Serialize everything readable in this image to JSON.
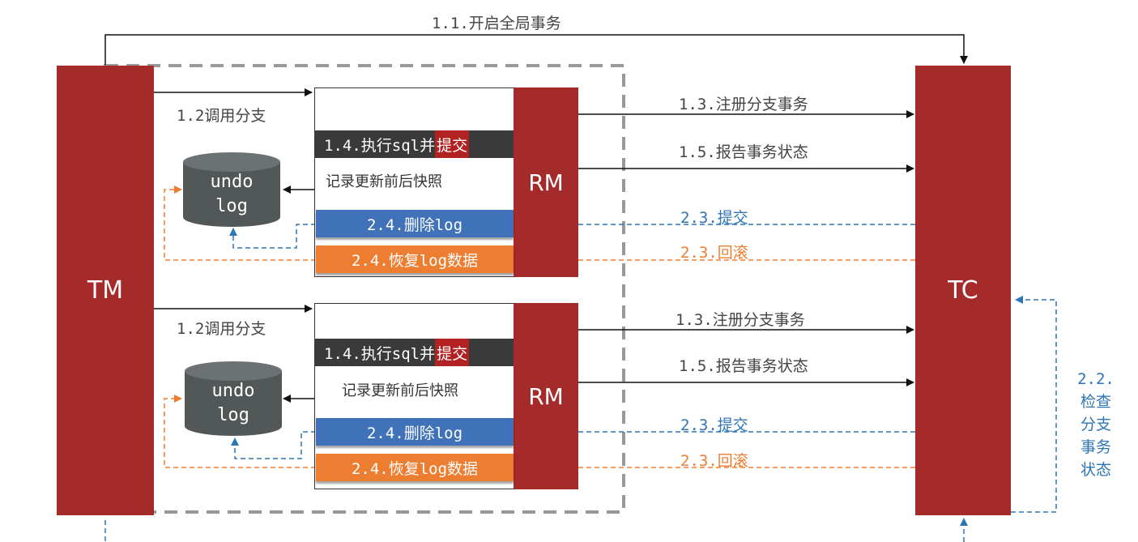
{
  "participants": {
    "tm": "TM",
    "tc": "TC"
  },
  "global": {
    "begin_label": "1.1.开启全局事务"
  },
  "branches": [
    {
      "call_label": "1.2调用分支",
      "exec_prefix": "1.4.执行sql并",
      "exec_commit": "提交",
      "snapshot_label": "记录更新前后快照",
      "db_line1": "undo",
      "db_line2": "log",
      "delete_label": "2.4.删除log",
      "recover_label": "2.4.恢复log数据",
      "rm_label": "RM",
      "register_label": "1.3.注册分支事务",
      "report_label": "1.5.报告事务状态",
      "commit_label": "2.3.提交",
      "rollback_label": "2.3.回滚"
    },
    {
      "call_label": "1.2调用分支",
      "exec_prefix": "1.4.执行sql并",
      "exec_commit": "提交",
      "snapshot_label": "记录更新前后快照",
      "db_line1": "undo",
      "db_line2": "log",
      "delete_label": "2.4.删除log",
      "recover_label": "2.4.恢复log数据",
      "rm_label": "RM",
      "register_label": "1.3.注册分支事务",
      "report_label": "1.5.报告事务状态",
      "commit_label": "2.3.提交",
      "rollback_label": "2.3.回滚"
    }
  ],
  "check": {
    "line1": "2.2.",
    "line2": "检查",
    "line3": "分支",
    "line4": "事务",
    "line5": "状态"
  },
  "colors": {
    "pillar": "#a52a2a",
    "blue": "#2e75b6",
    "orange": "#ed7d31",
    "dark": "#3a3a3a"
  }
}
